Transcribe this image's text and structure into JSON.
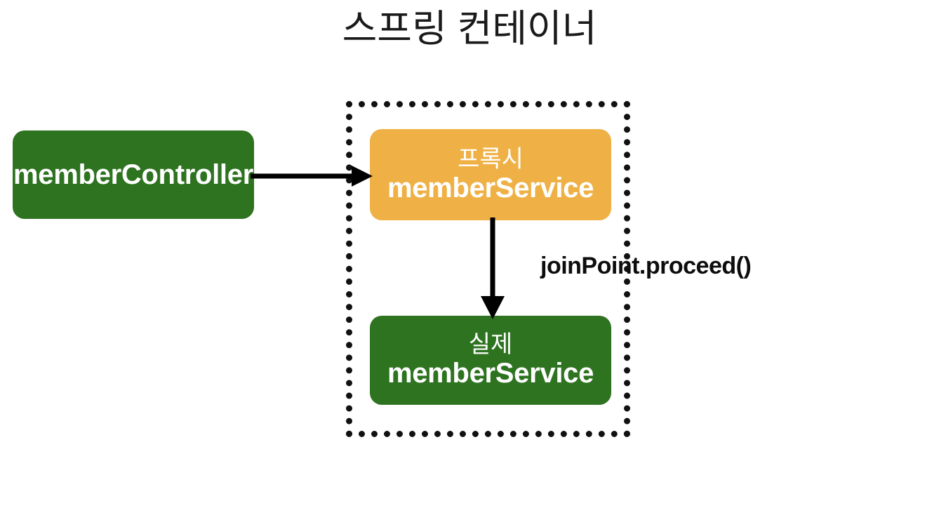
{
  "diagram": {
    "title": "스프링 컨테이너",
    "container": {
      "label": "스프링 컨테이너",
      "border_style": "dotted",
      "border_color": "#111111"
    },
    "nodes": [
      {
        "id": "member-controller",
        "line_ko": "",
        "line_en": "memberController",
        "color": "#2E7320",
        "text_color": "#FFFFFF",
        "inside_container": false
      },
      {
        "id": "proxy-member-service",
        "line_ko": "프록시",
        "line_en": "memberService",
        "color": "#EFB145",
        "text_color": "#FFFFFF",
        "inside_container": true
      },
      {
        "id": "real-member-service",
        "line_ko": "실제",
        "line_en": "memberService",
        "color": "#2E7320",
        "text_color": "#FFFFFF",
        "inside_container": true
      }
    ],
    "edges": [
      {
        "id": "controller-to-proxy",
        "from": "member-controller",
        "to": "proxy-member-service",
        "label": "",
        "direction": "right",
        "color": "#000000"
      },
      {
        "id": "proxy-to-real",
        "from": "proxy-member-service",
        "to": "real-member-service",
        "label": "joinPoint.proceed()",
        "direction": "down",
        "color": "#000000"
      }
    ],
    "annotations": [
      {
        "id": "joinpoint-call",
        "text": "joinPoint.proceed()",
        "color": "#0d0d0d"
      }
    ],
    "background_color": "#FFFFFF"
  }
}
